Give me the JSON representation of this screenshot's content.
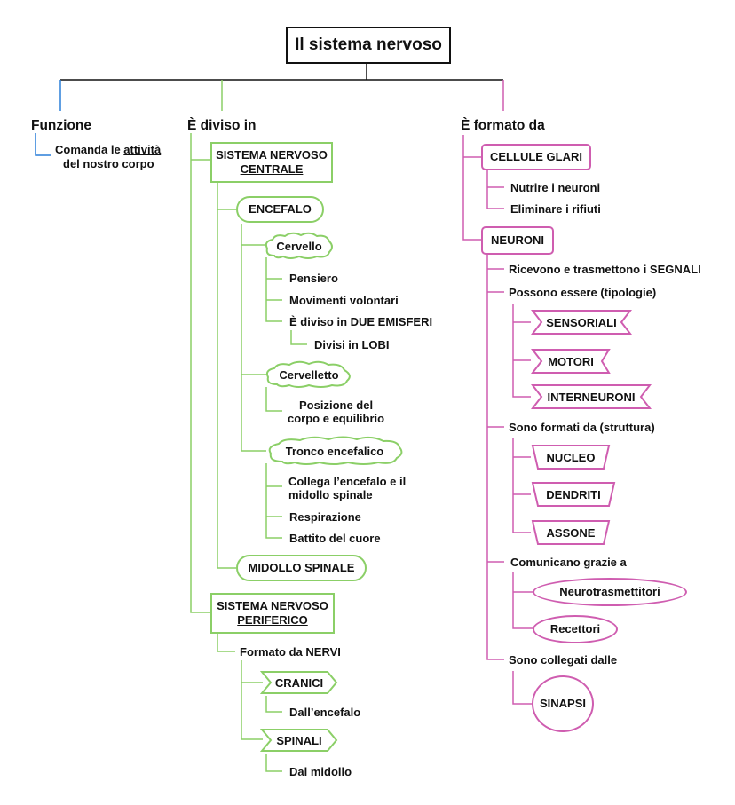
{
  "title": "Il sistema nervoso",
  "colors": {
    "blue": "#2a7fd8",
    "green": "#8bcf67",
    "pink": "#cf5db0",
    "black": "#111111"
  },
  "funzione": {
    "heading": "Funzione",
    "text_pre": "Comanda le ",
    "text_link": "attività",
    "text_line2": "del nostro corpo"
  },
  "diviso": {
    "heading": "È diviso in",
    "snc_line1": "SISTEMA NERVOSO",
    "snc_line2": "CENTRALE",
    "encefalo": "ENCEFALO",
    "cervello": "Cervello",
    "cervello_items": [
      "Pensiero",
      "Movimenti volontari",
      "È diviso in DUE EMISFERI"
    ],
    "lobi": "Divisi in LOBI",
    "cervelletto": "Cervelletto",
    "cervelletto_line1": "Posizione del",
    "cervelletto_line2": "corpo e equilibrio",
    "tronco": "Tronco encefalico",
    "tronco_line1": "Collega l’encefalo e il",
    "tronco_line2": "midollo spinale",
    "tronco_items": [
      "Respirazione",
      "Battito del cuore"
    ],
    "midollo": "MIDOLLO SPINALE",
    "snp_line1": "SISTEMA NERVOSO",
    "snp_line2": "PERIFERICO",
    "nervi": "Formato da NERVI",
    "cranici": "CRANICI",
    "cranici_sub": "Dall’encefalo",
    "spinali": "SPINALI",
    "spinali_sub": "Dal midollo"
  },
  "formato": {
    "heading": "È formato da",
    "glia": "CELLULE GLARI",
    "glia_items": [
      "Nutrire i neuroni",
      "Eliminare i rifiuti"
    ],
    "neuroni": "NEURONI",
    "ricevono": "Ricevono e trasmettono i SEGNALI",
    "possono": "Possono essere (tipologie)",
    "tipologie": [
      "SENSORIALI",
      "MOTORI",
      "INTERNEURONI"
    ],
    "struttura": "Sono formati da (struttura)",
    "parti": [
      "NUCLEO",
      "DENDRITI",
      "ASSONE"
    ],
    "comunicano": "Comunicano grazie a",
    "neurotrasmettitori": "Neurotrasmettitori",
    "recettori": "Recettori",
    "collegati": "Sono collegati dalle",
    "sinapsi": "SINAPSI"
  }
}
